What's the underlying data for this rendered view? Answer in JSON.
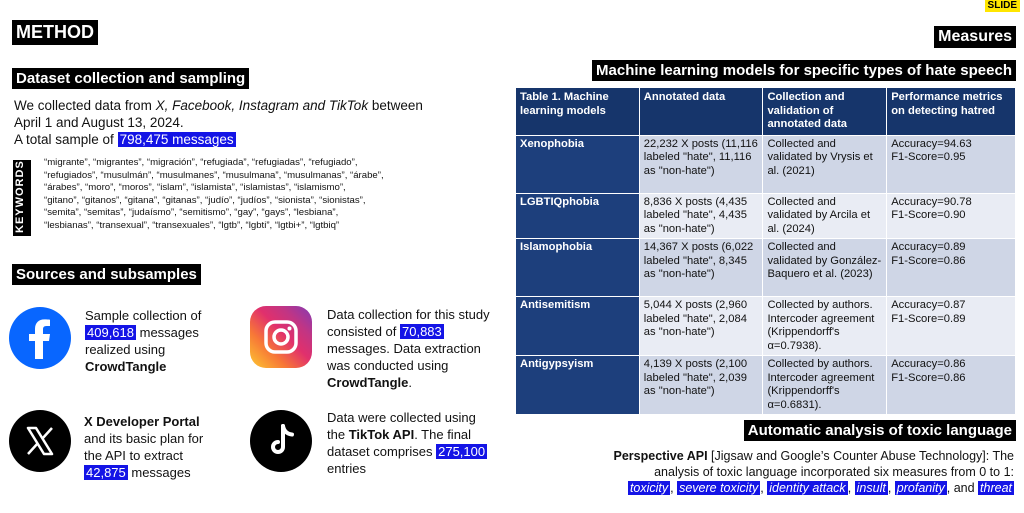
{
  "slide_tag": "SLIDE",
  "method": {
    "title": "METHOD",
    "dataset": {
      "heading": "Dataset collection and sampling",
      "line1_prefix": "We collected data from ",
      "line1_platforms": "X, Facebook, Instagram and TikTok",
      "line1_suffix": " between",
      "line2": "April 1 and August 13, 2024.",
      "total_prefix": "A total sample of ",
      "total_value": "798,475 messages",
      "keywords_label": "KEYWORDS",
      "keywords": [
        "“migrante”, “migrantes”, “migración”, “refugiada”, “refugiadas”, “refugiado”,",
        "“refugiados”, “musulmán”, “musulmanes”, “musulmana”, “musulmanas”, “árabe”,",
        "“árabes”, “moro”, “moros”, “islam”, “islamista”, “islamistas”, “islamismo”,",
        "“gitano”, “gitanos”, “gitana”, “gitanas”, “judío”, “judíos”, “sionista”, “sionistas”,",
        "“semita”, “semitas”, “judaísmo”, “semitismo”, “gay”, “gays”, “lesbiana”,",
        "“lesbianas”, “transexual”, “transexuales”, “lgtb”, “lgbti”, “lgtbi+”, “lgtbiq”"
      ]
    },
    "sources": {
      "heading": "Sources and subsamples",
      "facebook": {
        "l1": "Sample collection of",
        "count": "409,618",
        "l2": " messages",
        "l3": "realized using",
        "tool": "CrowdTangle"
      },
      "instagram": {
        "l1": "Data collection for this study",
        "l2a": "consisted of ",
        "count": "70,883",
        "l3": "messages. Data extraction",
        "l4": "was conducted using",
        "tool": "CrowdTangle",
        "end": "."
      },
      "x": {
        "tool": "X Developer Portal",
        "l2": "and its basic plan for",
        "l3": "the API to extract",
        "count": "42,875",
        "l4": " messages"
      },
      "tiktok": {
        "l1": "Data were collected using",
        "l2a": "the ",
        "tool": "TikTok API",
        "l2b": ". The final",
        "l3a": "dataset comprises ",
        "count": "275,100",
        "l4": "entries"
      }
    }
  },
  "measures": {
    "title": "Measures",
    "ml_heading": "Machine learning models for specific types of hate speech",
    "table": {
      "headers": [
        "Table 1. Machine learning models",
        "Annotated data",
        "Collection and validation of annotated data",
        "Performance metrics on detecting hatred"
      ],
      "rows": [
        {
          "model": "Xenophobia",
          "data": "22,232 X posts (11,116 labeled \"hate\", 11,116 as \"non-hate\")",
          "validation": "Collected and validated by Vrysis et al. (2021)",
          "metrics": "Accuracy=94.63\nF1-Score=0.95"
        },
        {
          "model": "LGBTIQphobia",
          "data": "8,836 X posts (4,435 labeled \"hate\", 4,435 as \"non-hate\")",
          "validation": "Collected and validated by Arcila et al. (2024)",
          "metrics": "Accuracy=90.78\nF1-Score=0.90"
        },
        {
          "model": "Islamophobia",
          "data": "14,367 X posts (6,022 labeled \"hate\", 8,345 as \"non-hate\")",
          "validation": "Collected and validated by González-Baquero et al. (2023)",
          "metrics": "Accuracy=0.89\nF1-Score=0.86"
        },
        {
          "model": "Antisemitism",
          "data": "5,044 X posts (2,960 labeled \"hate\", 2,084 as \"non-hate\")",
          "validation": "Collected by authors. Intercoder agreement (Krippendorff's α=0.7938).",
          "metrics": "Accuracy=0.87\nF1-Score=0.89"
        },
        {
          "model": "Antigypsyism",
          "data": "4,139 X posts (2,100 labeled \"hate\", 2,039 as \"non-hate\")",
          "validation": "Collected by authors. Intercoder agreement (Krippendorff's α=0.6831).",
          "metrics": "Accuracy=0.86\nF1-Score=0.86"
        }
      ]
    },
    "toxic": {
      "heading": "Automatic analysis of toxic language",
      "api": "Perspective API",
      "api_note": " [Jigsaw and Google’s Counter Abuse Technology]: The",
      "line2": "analysis of toxic language incorporated six measures from 0 to 1:",
      "m1": "toxicity",
      "m2": "severe toxicity",
      "m3": "identity attack",
      "m4": "insult",
      "m5": "profanity",
      "and": "and",
      "m6": "threat"
    }
  }
}
